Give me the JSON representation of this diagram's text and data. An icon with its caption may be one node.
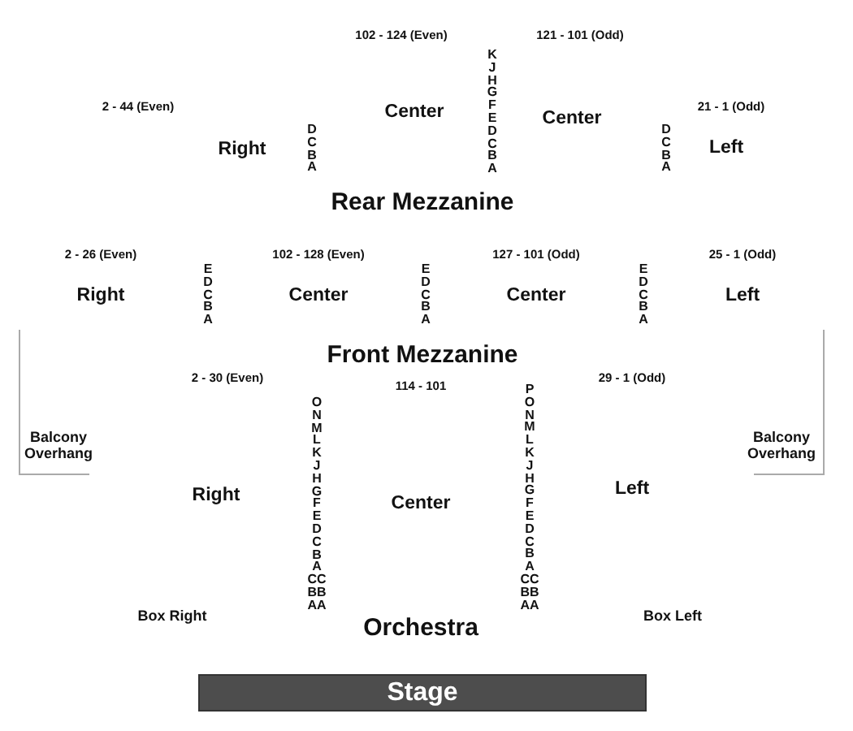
{
  "diagram": {
    "nodes": [
      {
        "text": [
          "Stage"
        ]
      }
    ],
    "edges": [],
    "labels": [
      "102 - 124 (Even)",
      "121 - 101 (Odd)",
      "2 - 44 (Even)",
      "Center",
      "Center",
      "21 - 1 (Odd)",
      "Right",
      "D C B A",
      "K J H G F E D C B A",
      "D C B A",
      "Left",
      "Rear Mezzanine",
      "2 - 26 (Even)",
      "102 - 128 (Even)",
      "127 - 101 (Odd)",
      "25 - 1 (Odd)",
      "Right",
      "E D C B A",
      "Center",
      "E D C B A",
      "Center",
      "E D C B A",
      "Left",
      "Front Mezzanine",
      "2 - 30 (Even)",
      "114 - 101",
      "29 - 1 (Odd)",
      "O N M L K J H G F E D C B A CC BB AA",
      "P O N M L K J H G F E D C B A CC BB AA",
      "Balcony Overhang",
      "Balcony Overhang",
      "Right",
      "Center",
      "Left",
      "Box Right",
      "Orchestra",
      "Box Left"
    ]
  }
}
